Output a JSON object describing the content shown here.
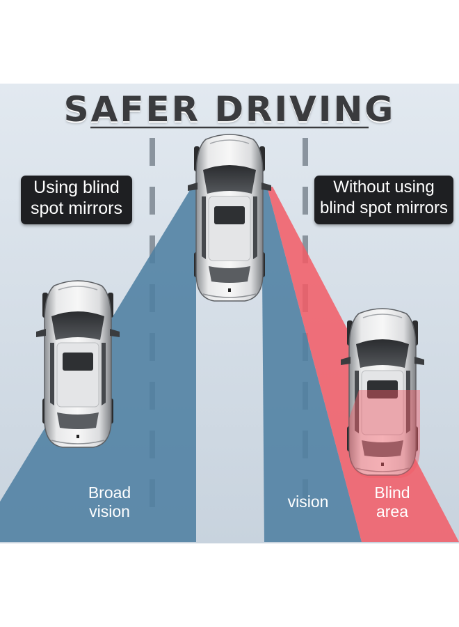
{
  "title": "SAFER DRIVING",
  "left_label": {
    "line1": "Using blind",
    "line2": "spot mirrors"
  },
  "right_label": {
    "line1": "Without using",
    "line2": "blind spot mirrors"
  },
  "captions": {
    "broad_vision": {
      "line1": "Broad",
      "line2": "vision"
    },
    "vision": "vision",
    "blind_area": {
      "line1": "Blind",
      "line2": "area"
    }
  },
  "colors": {
    "background_top": "#dfe6ee",
    "background_bottom": "#cdd7e1",
    "vision_cone": "#4f7fa0",
    "blind_cone": "#f0606a",
    "car_body": "#c9cbce",
    "text_box": "#1e1f22"
  }
}
